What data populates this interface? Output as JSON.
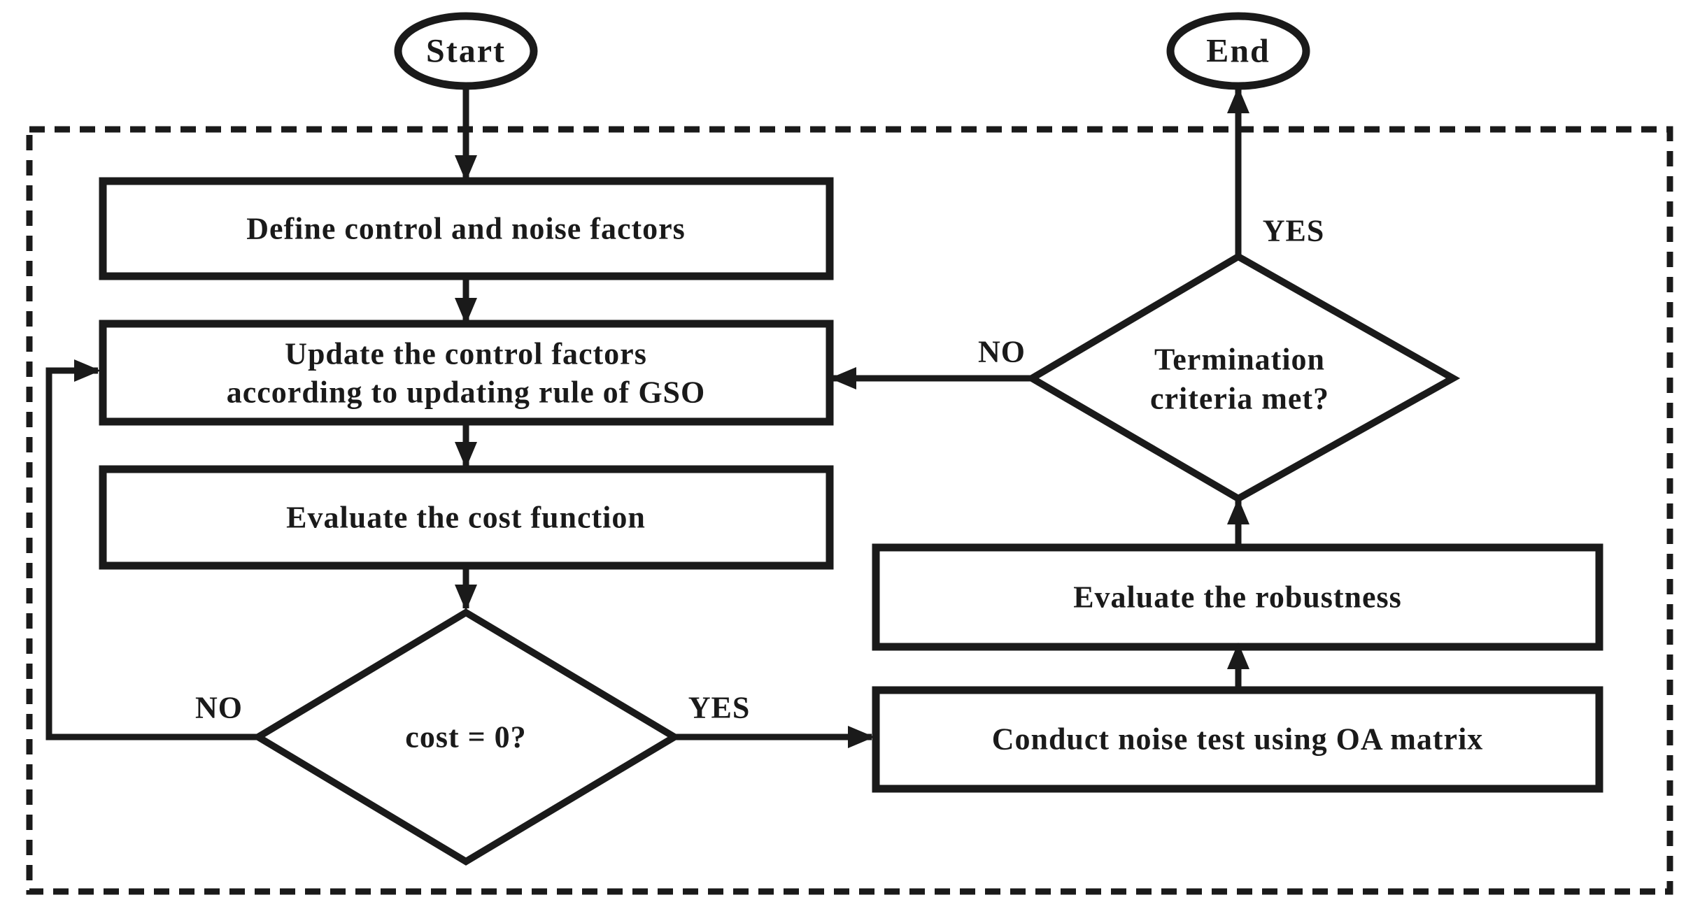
{
  "flowchart": {
    "nodes": {
      "start": {
        "label": "Start"
      },
      "end": {
        "label": "End"
      },
      "define_factors": {
        "label": "Define control and noise factors"
      },
      "update_factors": {
        "line1": "Update the control factors",
        "line2": "according to updating rule of GSO"
      },
      "evaluate_cost": {
        "label": "Evaluate the cost function"
      },
      "cost_decision": {
        "label": "cost = 0?"
      },
      "termination_decision": {
        "line1": "Termination",
        "line2": "criteria met?"
      },
      "evaluate_robustness": {
        "label": "Evaluate the robustness"
      },
      "conduct_noise_test": {
        "label": "Conduct noise test using OA matrix"
      }
    },
    "connections": [
      {
        "from": "start",
        "to": "define_factors",
        "label": ""
      },
      {
        "from": "define_factors",
        "to": "update_factors",
        "label": ""
      },
      {
        "from": "update_factors",
        "to": "evaluate_cost",
        "label": ""
      },
      {
        "from": "evaluate_cost",
        "to": "cost_decision",
        "label": ""
      },
      {
        "from": "cost_decision",
        "to": "update_factors",
        "label": "NO"
      },
      {
        "from": "cost_decision",
        "to": "conduct_noise_test",
        "label": "YES"
      },
      {
        "from": "conduct_noise_test",
        "to": "evaluate_robustness",
        "label": ""
      },
      {
        "from": "evaluate_robustness",
        "to": "termination_decision",
        "label": ""
      },
      {
        "from": "termination_decision",
        "to": "update_factors",
        "label": "NO"
      },
      {
        "from": "termination_decision",
        "to": "end",
        "label": "YES"
      }
    ],
    "colors": {
      "ink": "#1a1a1a",
      "background": "#ffffff"
    }
  }
}
